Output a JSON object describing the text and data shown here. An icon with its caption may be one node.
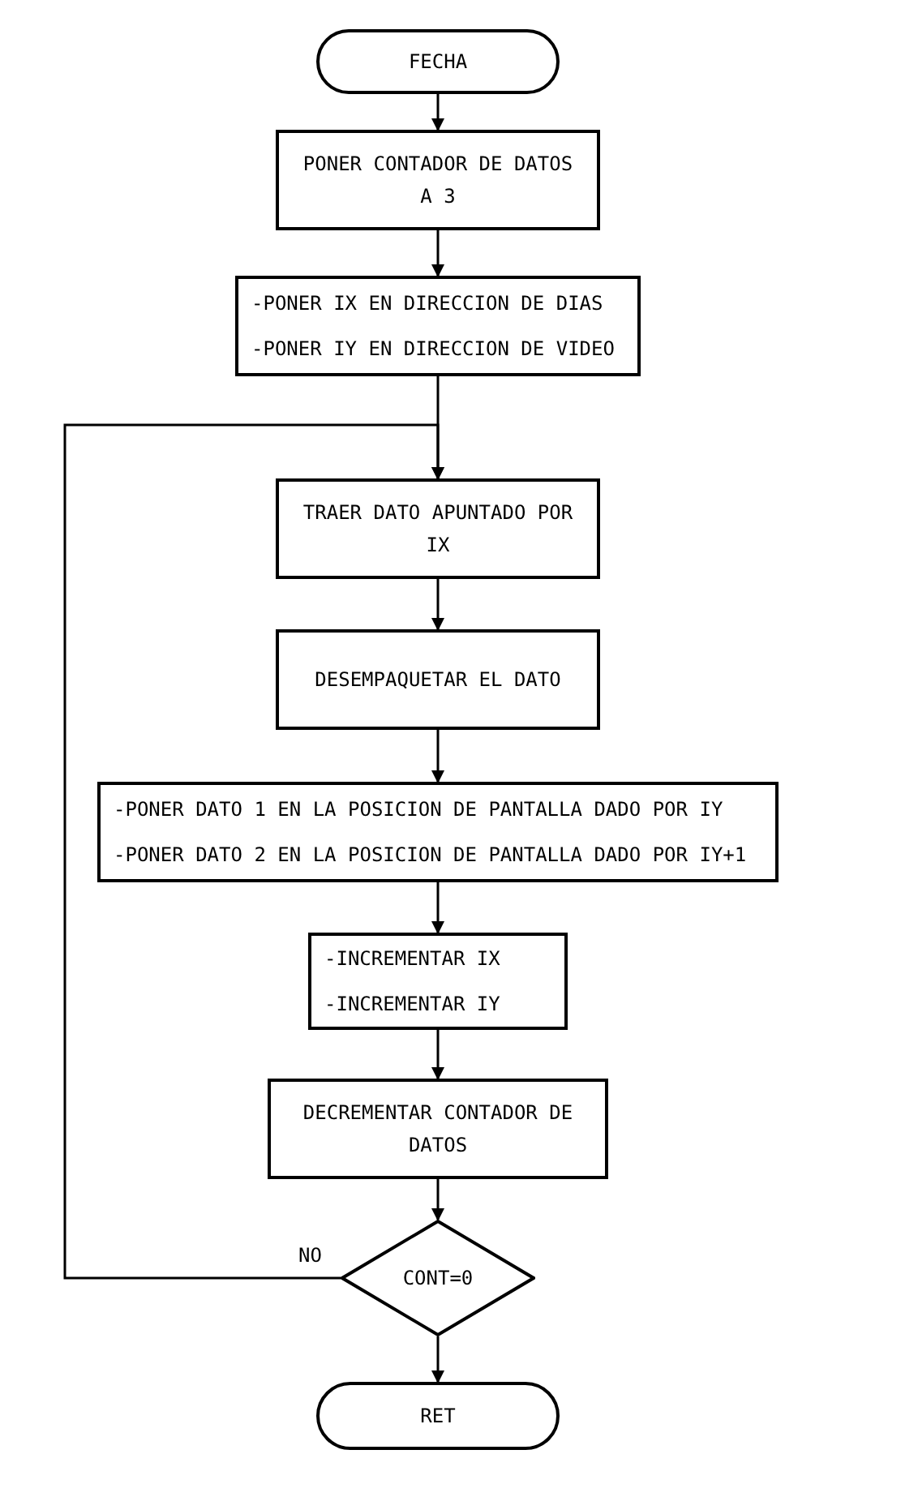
{
  "diagram": {
    "nodes": [
      {
        "text": [
          "FECHA"
        ]
      },
      {
        "text": [
          "PONER CONTADOR DE DATOS A 3"
        ]
      },
      {
        "text": [
          "-PONER IX EN DIRECCION DE DIAS",
          "-PONER IY EN DIRECCION DE VIDEO"
        ]
      },
      {
        "text": [
          "TRAER DATO APUNTADO POR IX"
        ]
      },
      {
        "text": [
          "DESEMPAQUETAR EL DATO"
        ]
      },
      {
        "text": [
          "-PONER DATO 1 EN LA POSICION DE PANTALLA DADO POR IY",
          "-PONER DATO 2 EN LA POSICION DE PANTALLA DADO POR IY+1"
        ]
      },
      {
        "text": [
          "-INCREMENTAR IX",
          "-INCREMENTAR IY"
        ]
      },
      {
        "text": [
          "DECREMENTAR CONTADOR DE DATOS"
        ]
      },
      {
        "text": [
          "CONT=0"
        ]
      },
      {
        "text": [
          "RET"
        ]
      }
    ],
    "edges": [
      {
        "from": 0,
        "to": 1,
        "arrow": "to"
      },
      {
        "from": 1,
        "to": 2,
        "arrow": "to"
      },
      {
        "from": 2,
        "to": 3,
        "arrow": "to"
      },
      {
        "from": 3,
        "to": 4,
        "arrow": "to"
      },
      {
        "from": 4,
        "to": 5,
        "arrow": "to"
      },
      {
        "from": 5,
        "to": 6,
        "arrow": "to"
      },
      {
        "from": 6,
        "to": 7,
        "arrow": "to"
      },
      {
        "from": 7,
        "to": 8,
        "arrow": "to"
      },
      {
        "from": 8,
        "to": 9,
        "arrow": "to"
      },
      {
        "from": 8,
        "to": 3,
        "arrow": "to",
        "label": "NO"
      }
    ]
  }
}
